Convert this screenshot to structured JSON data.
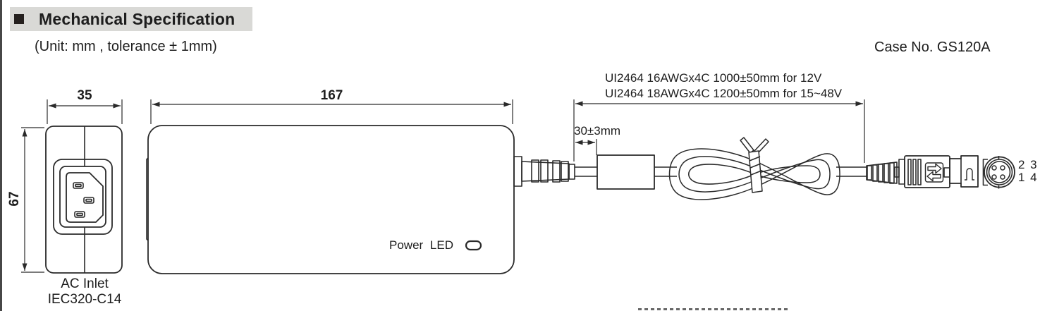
{
  "header": {
    "title": "Mechanical Specification",
    "unit_note": "(Unit: mm , tolerance ± 1mm)",
    "case_no": "Case No. GS120A"
  },
  "cable_spec": {
    "line_12v": "UI2464 16AWGx4C 1000±50mm for 12V",
    "line_15_48v": "UI2464 18AWGx4C 1200±50mm for 15~48V"
  },
  "drawing": {
    "dimensions": {
      "inlet_width_mm": "35",
      "inlet_height_mm": "67",
      "body_length_mm": "167",
      "strain_relief_to_ferrite": "30±3mm"
    },
    "labels": {
      "power_led": "Power LED",
      "ac_inlet": "AC Inlet",
      "ac_inlet_type": "IEC320-C14",
      "pin_numbers_top_row": "2 3",
      "pin_numbers_bottom_row": "1 4"
    }
  },
  "colors": {
    "line_art": "#2a2a2a",
    "title_highlight": "#d9d9d6",
    "text": "#1d1d1d",
    "background": "#ffffff"
  }
}
